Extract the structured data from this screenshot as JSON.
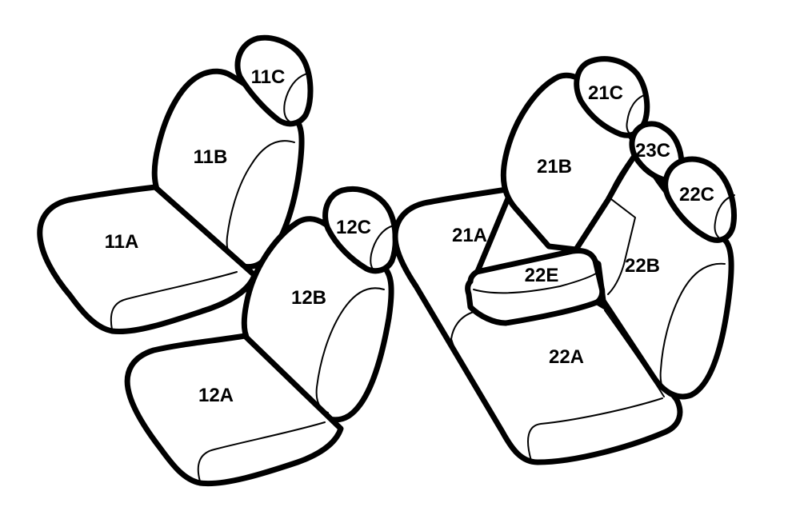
{
  "labels": {
    "seat_11a": "11A",
    "seat_11b": "11B",
    "seat_11c": "11C",
    "seat_12a": "12A",
    "seat_12b": "12B",
    "seat_12c": "12C",
    "seat_21a": "21A",
    "seat_21b": "21B",
    "seat_21c": "21C",
    "seat_22a": "22A",
    "seat_22b": "22B",
    "seat_22c": "22C",
    "seat_22e": "22E",
    "seat_23c": "23C"
  }
}
